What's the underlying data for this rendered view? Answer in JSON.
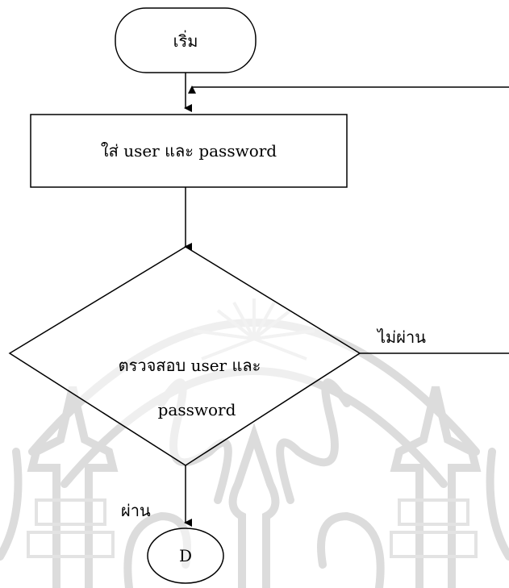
{
  "flowchart": {
    "start": "เริ่ม",
    "input": "ใส่ user และ password",
    "decision_line1": "ตรวจสอบ user และ",
    "decision_line2": "password",
    "no_label": "ไม่ผ่าน",
    "yes_label": "ผ่าน",
    "connector": "D"
  }
}
